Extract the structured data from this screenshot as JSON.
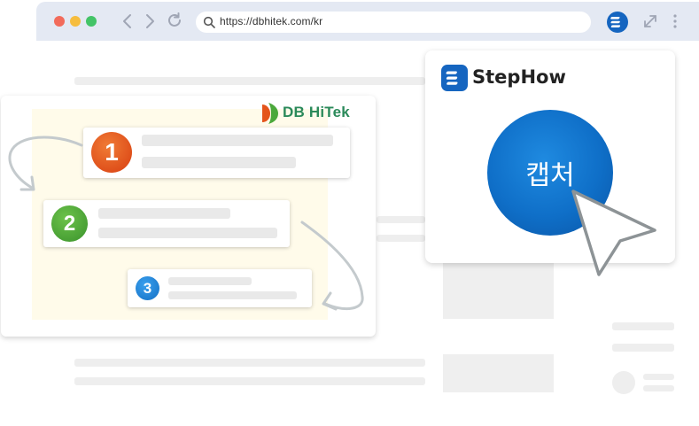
{
  "browser": {
    "url": "https://dbhitek.com/kr",
    "window_dots": [
      "#f26b5b",
      "#f6bd3e",
      "#43c467"
    ]
  },
  "left_card": {
    "logo_text": "DB HiTek",
    "steps": [
      {
        "number": "1",
        "color": "#e4541b"
      },
      {
        "number": "2",
        "color": "#4ba83b"
      },
      {
        "number": "3",
        "color": "#1d8ae0"
      }
    ]
  },
  "extension": {
    "name": "StepHow",
    "capture_label": "캡처",
    "brand_color": "#1565c0"
  }
}
